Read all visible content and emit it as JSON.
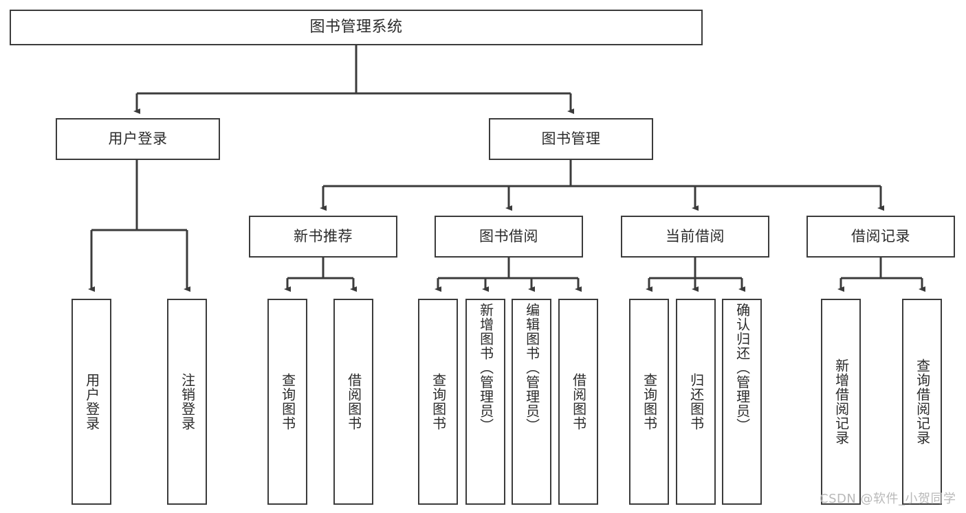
{
  "diagram": {
    "title": "图书管理系统",
    "root": {
      "label": "图书管理系统"
    },
    "level2": [
      {
        "label": "用户登录"
      },
      {
        "label": "图书管理"
      }
    ],
    "level3": [
      {
        "label": "新书推荐"
      },
      {
        "label": "图书借阅"
      },
      {
        "label": "当前借阅"
      },
      {
        "label": "借阅记录"
      }
    ],
    "leaves": {
      "user_login": [
        {
          "label": "用户登录"
        },
        {
          "label": "注销登录"
        }
      ],
      "new_book_recommend": [
        {
          "label": "查询图书"
        },
        {
          "label": "借阅图书"
        }
      ],
      "book_borrow": [
        {
          "label": "查询图书"
        },
        {
          "label": "新增图书（管理员）"
        },
        {
          "label": "编辑图书（管理员）"
        },
        {
          "label": "借阅图书"
        }
      ],
      "current_borrow": [
        {
          "label": "查询图书"
        },
        {
          "label": "归还图书"
        },
        {
          "label": "确认归还（管理员）"
        }
      ],
      "borrow_record": [
        {
          "label": "新增借阅记录"
        },
        {
          "label": "查询借阅记录"
        }
      ]
    }
  },
  "watermark": {
    "text": "CSDN @软件_小贺同学"
  },
  "colors": {
    "stroke": "#3b3b3b",
    "text": "#2b2b2b",
    "background": "#ffffff",
    "watermark": "#b9b9b9"
  }
}
